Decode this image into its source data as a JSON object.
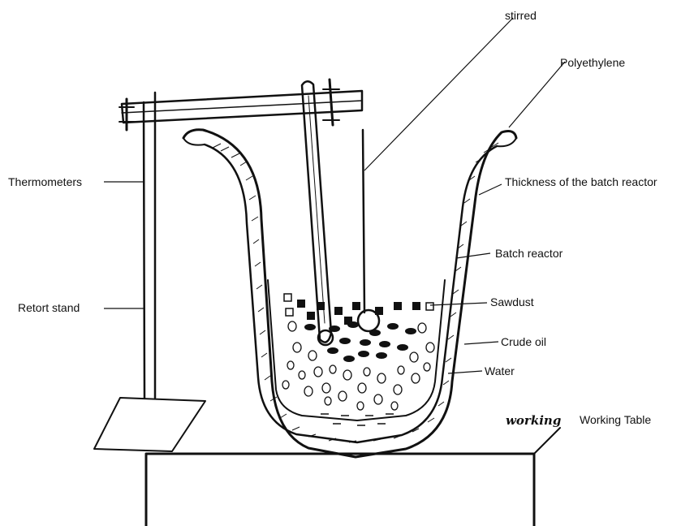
{
  "labels": {
    "stirred": "stirred",
    "polyethylene": "Polyethylene",
    "thickness": "Thickness of the batch reactor",
    "thermometers": "Thermometers",
    "batch_reactor": "Batch reactor",
    "retort_stand": "Retort stand",
    "sawdust": "Sawdust",
    "crude_oil": "Crude oil",
    "water": "Water",
    "working_table": "Working Table",
    "handwritten_working": "working"
  },
  "colors": {
    "ink": "#111111",
    "background": "#ffffff"
  }
}
